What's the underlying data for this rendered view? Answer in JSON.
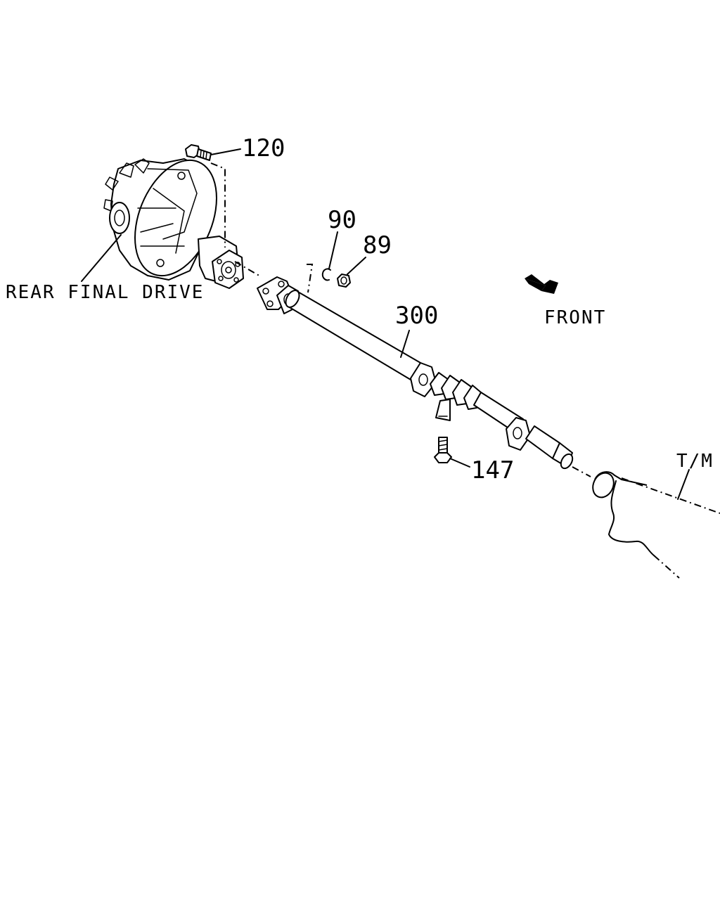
{
  "labels": {
    "rear_final_drive": "REAR FINAL DRIVE",
    "front": "FRONT",
    "transmission": "T/M"
  },
  "part_numbers": {
    "bolt_flange": "120",
    "snap_ring": "90",
    "nut": "89",
    "propeller_shaft": "300",
    "center_bearing_bolt": "147"
  }
}
